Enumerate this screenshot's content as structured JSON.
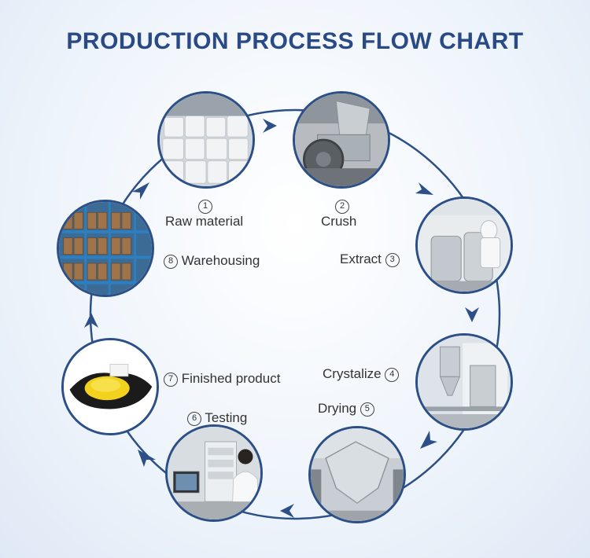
{
  "title": "PRODUCTION PROCESS FLOW CHART",
  "colors": {
    "title": "#2a4a86",
    "ring": "#2b4f86",
    "arrow": "#2b4f86"
  },
  "steps": [
    {
      "num": "1",
      "label": "Raw material",
      "icon": "raw-material-bags-photo"
    },
    {
      "num": "2",
      "label": "Crush",
      "icon": "crusher-machine-photo"
    },
    {
      "num": "3",
      "label": "Extract",
      "icon": "extraction-tank-photo"
    },
    {
      "num": "4",
      "label": "Crystalize",
      "icon": "crystallizer-tower-photo"
    },
    {
      "num": "5",
      "label": "Drying",
      "icon": "drying-mixer-photo"
    },
    {
      "num": "6",
      "label": "Testing",
      "icon": "lab-testing-photo"
    },
    {
      "num": "7",
      "label": "Finished product",
      "icon": "yellow-powder-photo"
    },
    {
      "num": "8",
      "label": "Warehousing",
      "icon": "warehouse-shelves-photo"
    }
  ]
}
